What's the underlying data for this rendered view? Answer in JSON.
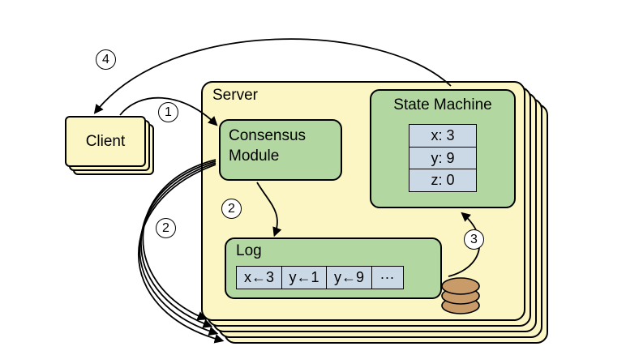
{
  "diagram": {
    "client": {
      "label": "Client"
    },
    "server": {
      "label": "Server"
    },
    "consensus_module": {
      "label": "Consensus Module"
    },
    "state_machine": {
      "title": "State Machine",
      "rows": [
        "x: 3",
        "y: 9",
        "z: 0"
      ]
    },
    "log": {
      "title": "Log",
      "cells": [
        "x←3",
        "y←1",
        "y←9",
        "···"
      ]
    },
    "steps": {
      "s1": "1",
      "s2a": "2",
      "s2b": "2",
      "s3": "3",
      "s4": "4"
    },
    "colors": {
      "server_fill": "#FBF6C3",
      "module_fill": "#B2D7A1",
      "cell_fill": "#CBD9E6",
      "disk_fill": "#C89B68",
      "outline": "#000000"
    }
  }
}
